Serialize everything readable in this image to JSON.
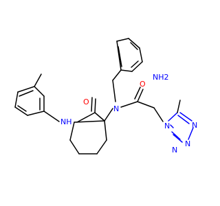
{
  "molecule": {
    "atoms": {
      "nh2": "NH2",
      "o_amide": "O",
      "n_amide_right": "N",
      "o_carboxamide": "O",
      "nh_amide": "NH",
      "n1_tetrazole": "N",
      "n2_tetrazole": "N",
      "n3_tetrazole": "N",
      "n4_tetrazole": "N"
    },
    "colors": {
      "bond": "#000000",
      "nitrogen": "#0000ff",
      "oxygen": "#ff0000"
    }
  }
}
